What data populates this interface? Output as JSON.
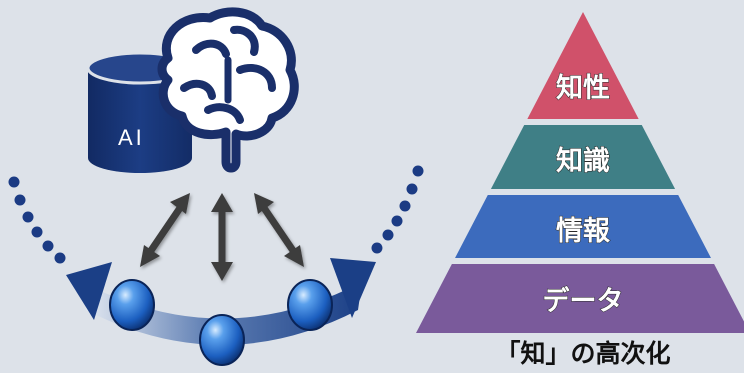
{
  "left_diagram": {
    "db_label": "AI"
  },
  "pyramid": {
    "levels": [
      {
        "label": "知性",
        "color": "#d0516a"
      },
      {
        "label": "知識",
        "color": "#3f7f86"
      },
      {
        "label": "情報",
        "color": "#3c6bbd"
      },
      {
        "label": "データ",
        "color": "#7a5a9b"
      }
    ],
    "caption": "「知」の高次化"
  }
}
